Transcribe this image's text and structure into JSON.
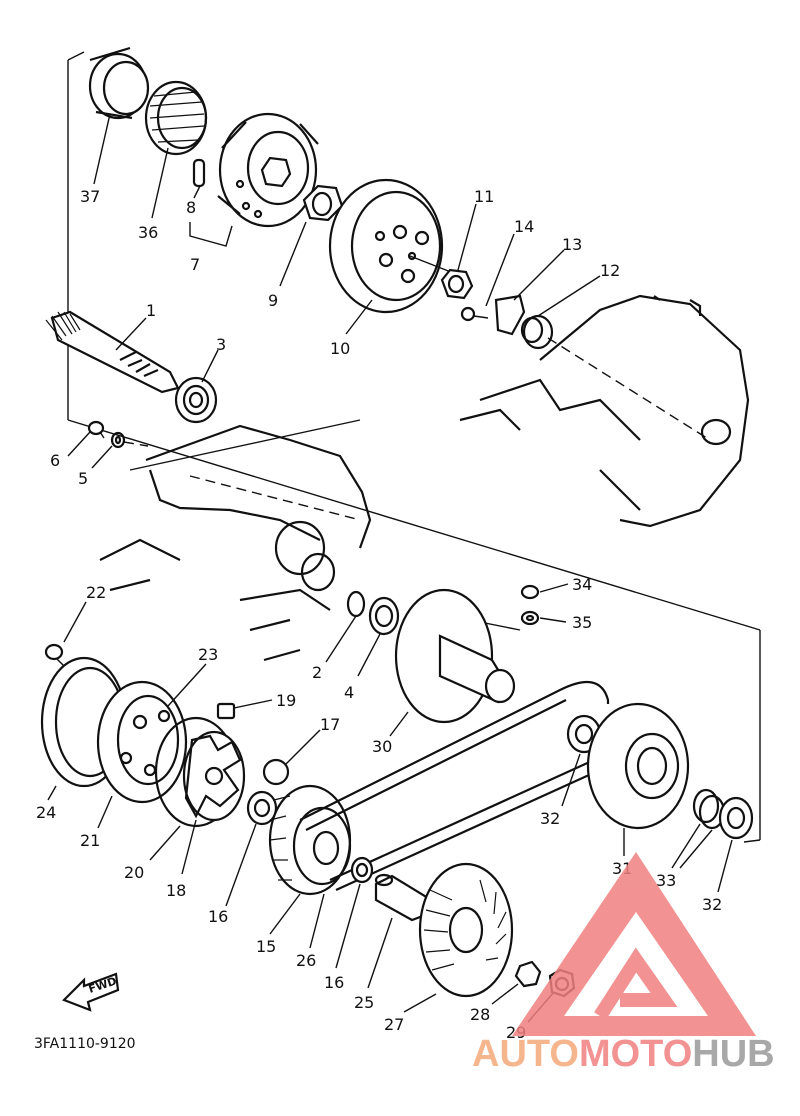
{
  "diagram": {
    "part_code": "3FA1110-9120",
    "direction_label": "FWD",
    "callouts": [
      "37",
      "36",
      "8",
      "7",
      "9",
      "10",
      "11",
      "14",
      "13",
      "12",
      "1",
      "3",
      "6",
      "5",
      "22",
      "23",
      "2",
      "4",
      "34",
      "35",
      "19",
      "17",
      "24",
      "21",
      "20",
      "18",
      "16",
      "15",
      "26",
      "16",
      "25",
      "27",
      "28",
      "29",
      "30",
      "32",
      "31",
      "33",
      "32"
    ]
  },
  "watermark": {
    "parts": [
      "AUTO",
      "MOTO",
      "HUB"
    ],
    "colors": {
      "mark": "#f08080",
      "auto": "#f4a97a",
      "moto": "#f08080",
      "hub": "#9a9a9a"
    }
  }
}
